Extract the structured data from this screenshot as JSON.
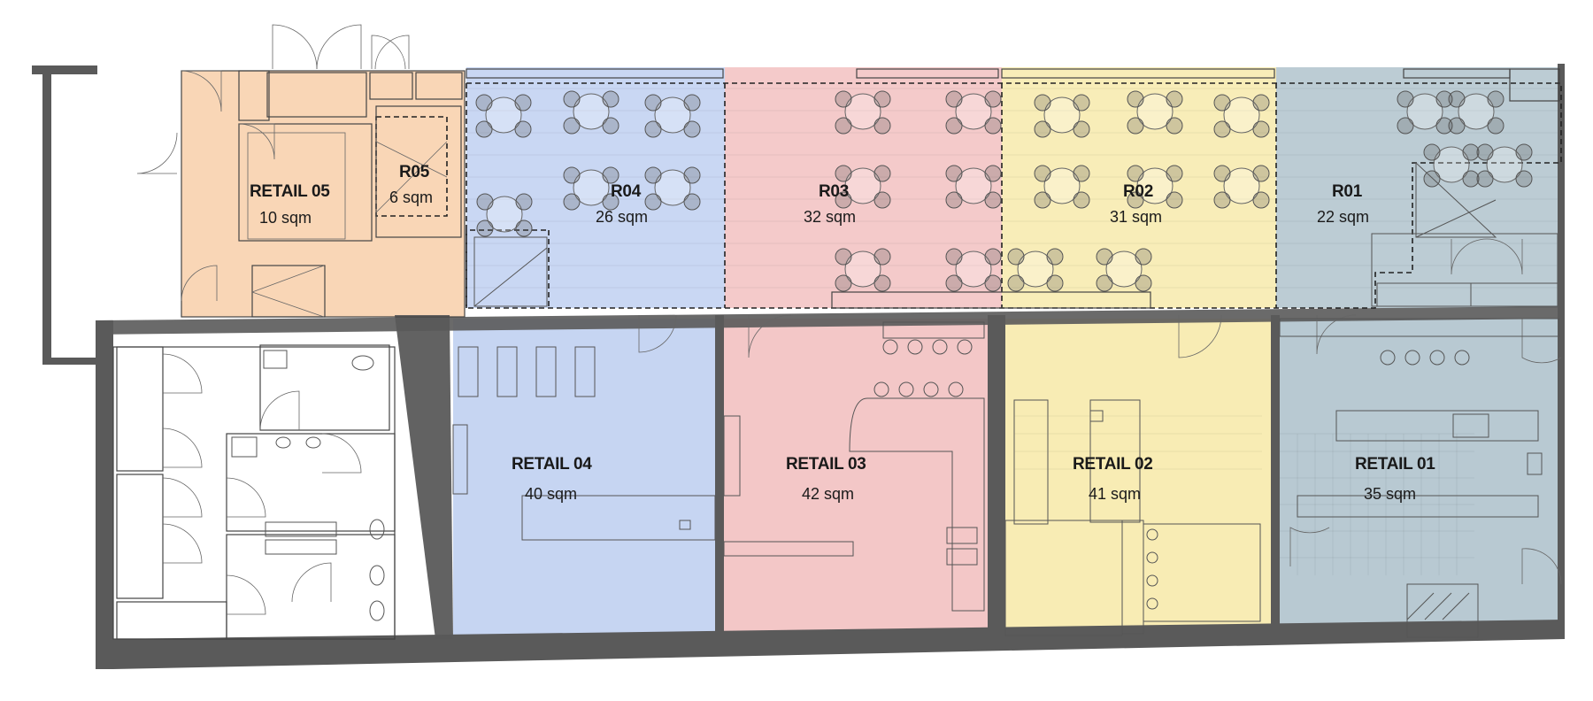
{
  "units": [
    {
      "id": "retail-05",
      "title": "RETAIL 05",
      "area": "10 sqm",
      "color": "#f9d6b6"
    },
    {
      "id": "r05",
      "title": "R05",
      "area": "6 sqm",
      "color": "#f9d6b6"
    },
    {
      "id": "r04",
      "title": "R04",
      "area": "26 sqm",
      "color": "#c6d5f2"
    },
    {
      "id": "r03",
      "title": "R03",
      "area": "32 sqm",
      "color": "#f3c7c7"
    },
    {
      "id": "r02",
      "title": "R02",
      "area": "31 sqm",
      "color": "#f8ecb4"
    },
    {
      "id": "r01",
      "title": "R01",
      "area": "22 sqm",
      "color": "#b8c9d2"
    },
    {
      "id": "retail-04",
      "title": "RETAIL 04",
      "area": "40 sqm",
      "color": "#c6d5f2"
    },
    {
      "id": "retail-03",
      "title": "RETAIL 03",
      "area": "42 sqm",
      "color": "#f3c7c7"
    },
    {
      "id": "retail-02",
      "title": "RETAIL 02",
      "area": "41 sqm",
      "color": "#f8ecb4"
    },
    {
      "id": "retail-01",
      "title": "RETAIL 01",
      "area": "35 sqm",
      "color": "#b8c9d2"
    }
  ]
}
